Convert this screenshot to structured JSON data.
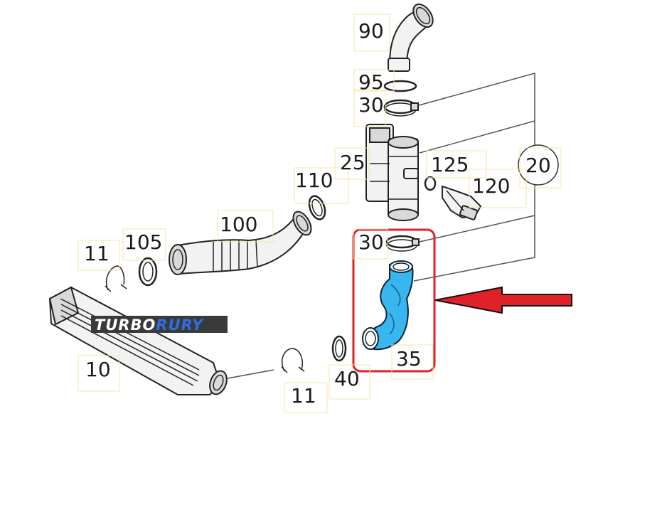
{
  "callouts": {
    "p90": "90",
    "p95": "95",
    "p30_top": "30",
    "p25": "25",
    "p125": "125",
    "p20": "20",
    "p110": "110",
    "p120": "120",
    "p100": "100",
    "p105": "105",
    "p11_left": "11",
    "p30_mid": "30",
    "p10": "10",
    "p35": "35",
    "p40": "40",
    "p11_bottom": "11"
  },
  "watermark": {
    "part1": "TURBO",
    "part2": "RURY"
  },
  "colors": {
    "highlight_hose": "#38b6f0",
    "frame_red": "#e02228",
    "arrow_red": "#e02228",
    "watermark_bg": "#3a3a3a",
    "watermark_accent": "#2f6fe0"
  }
}
